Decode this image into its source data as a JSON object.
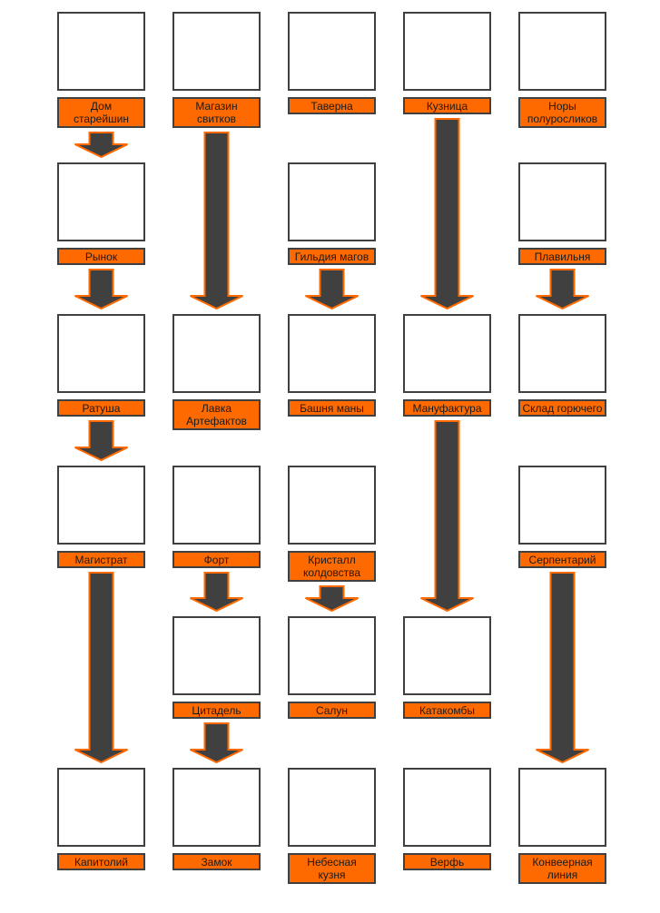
{
  "colors": {
    "label_fill": "#ff6a00",
    "border": "#404040",
    "arrow_fill": "#404040",
    "arrow_outline": "#ff6a00"
  },
  "buildings": [
    {
      "id": "dom",
      "col": 0,
      "row": 0,
      "label": "Дом\nстарейшин"
    },
    {
      "id": "magazin",
      "col": 1,
      "row": 0,
      "label": "Магазин\nсвитков"
    },
    {
      "id": "taverna",
      "col": 2,
      "row": 0,
      "label": "Таверна"
    },
    {
      "id": "kuznica",
      "col": 3,
      "row": 0,
      "label": "Кузница"
    },
    {
      "id": "nory",
      "col": 4,
      "row": 0,
      "label": "Норы\nполуросликов"
    },
    {
      "id": "rynok",
      "col": 0,
      "row": 1,
      "label": "Рынок"
    },
    {
      "id": "gildiya",
      "col": 2,
      "row": 1,
      "label": "Гильдия магов"
    },
    {
      "id": "plavilnya",
      "col": 4,
      "row": 1,
      "label": "Плавильня"
    },
    {
      "id": "ratusha",
      "col": 0,
      "row": 2,
      "label": "Ратуша"
    },
    {
      "id": "lavka",
      "col": 1,
      "row": 2,
      "label": "Лавка\nАртефактов"
    },
    {
      "id": "bashnya",
      "col": 2,
      "row": 2,
      "label": "Башня маны"
    },
    {
      "id": "manufaktura",
      "col": 3,
      "row": 2,
      "label": "Мануфактура"
    },
    {
      "id": "sklad",
      "col": 4,
      "row": 2,
      "label": "Склад горючего"
    },
    {
      "id": "magistrat",
      "col": 0,
      "row": 3,
      "label": "Магистрат"
    },
    {
      "id": "fort",
      "col": 1,
      "row": 3,
      "label": "Форт"
    },
    {
      "id": "kristall",
      "col": 2,
      "row": 3,
      "label": "Кристалл\nколдовства"
    },
    {
      "id": "serpentariy",
      "col": 4,
      "row": 3,
      "label": "Серпентарий"
    },
    {
      "id": "citadel",
      "col": 1,
      "row": 4,
      "label": "Цитадель"
    },
    {
      "id": "salun",
      "col": 2,
      "row": 4,
      "label": "Салун"
    },
    {
      "id": "katakomby",
      "col": 3,
      "row": 4,
      "label": "Катакомбы"
    },
    {
      "id": "kapitoliy",
      "col": 0,
      "row": 5,
      "label": "Капитолий"
    },
    {
      "id": "zamok",
      "col": 1,
      "row": 5,
      "label": "Замок"
    },
    {
      "id": "nebesnaya",
      "col": 2,
      "row": 5,
      "label": "Небесная\nкузня"
    },
    {
      "id": "verf",
      "col": 3,
      "row": 5,
      "label": "Верфь"
    },
    {
      "id": "konveyer",
      "col": 4,
      "row": 5,
      "label": "Конвеерная\nлиния"
    }
  ],
  "arrows": [
    {
      "col": 0,
      "from_row": 0,
      "to_row": 1
    },
    {
      "col": 1,
      "from_row": 0,
      "to_row": 2
    },
    {
      "col": 3,
      "from_row": 0,
      "to_row": 2
    },
    {
      "col": 0,
      "from_row": 1,
      "to_row": 2
    },
    {
      "col": 2,
      "from_row": 1,
      "to_row": 2
    },
    {
      "col": 4,
      "from_row": 1,
      "to_row": 2
    },
    {
      "col": 0,
      "from_row": 2,
      "to_row": 3
    },
    {
      "col": 3,
      "from_row": 2,
      "to_row": 4
    },
    {
      "col": 0,
      "from_row": 3,
      "to_row": 5
    },
    {
      "col": 1,
      "from_row": 3,
      "to_row": 4
    },
    {
      "col": 2,
      "from_row": 3,
      "to_row": 4
    },
    {
      "col": 4,
      "from_row": 3,
      "to_row": 5
    },
    {
      "col": 1,
      "from_row": 4,
      "to_row": 5
    }
  ]
}
